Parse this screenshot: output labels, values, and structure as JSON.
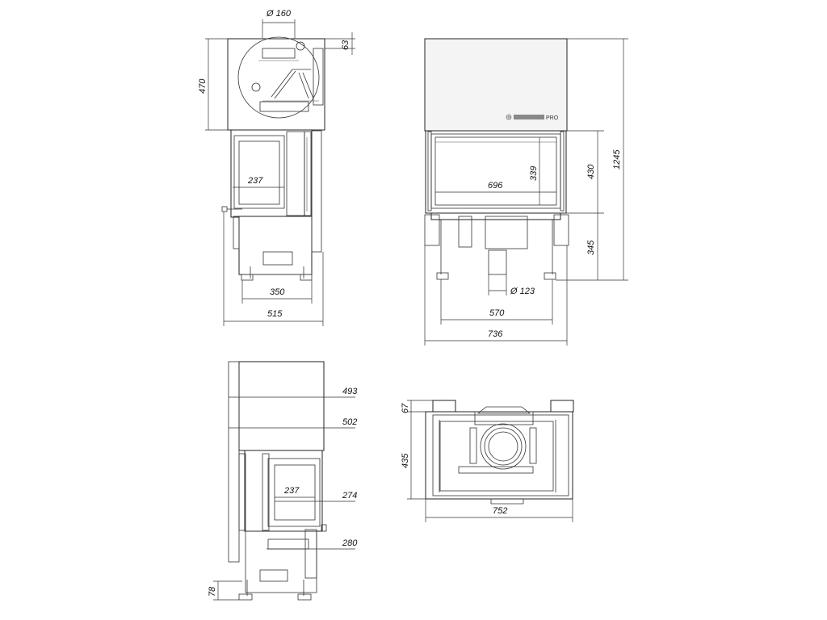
{
  "dimensions": {
    "side_flue_diameter": "Ø 160",
    "side_collar": "63",
    "side_top_height": "470",
    "side_door_depth": "237",
    "side_feet": "350",
    "side_width": "515",
    "front_width_glass": "696",
    "front_glass_height": "339",
    "front_body_height": "430",
    "front_total_height": "1245",
    "front_base_height": "345",
    "front_air_diameter": "Ø 123",
    "front_feet": "570",
    "front_width": "736",
    "side2_depth_a": "493",
    "side2_depth_b": "502",
    "side2_door_depth": "237",
    "side2_depth_c": "274",
    "side2_depth_d": "280",
    "side2_foot": "78",
    "top_collar": "67",
    "top_depth": "435",
    "top_width": "752"
  },
  "logo": {
    "text": "PRO",
    "icon": "brand-logo-icon"
  },
  "colors": {
    "line": "#222222",
    "background": "#ffffff"
  }
}
